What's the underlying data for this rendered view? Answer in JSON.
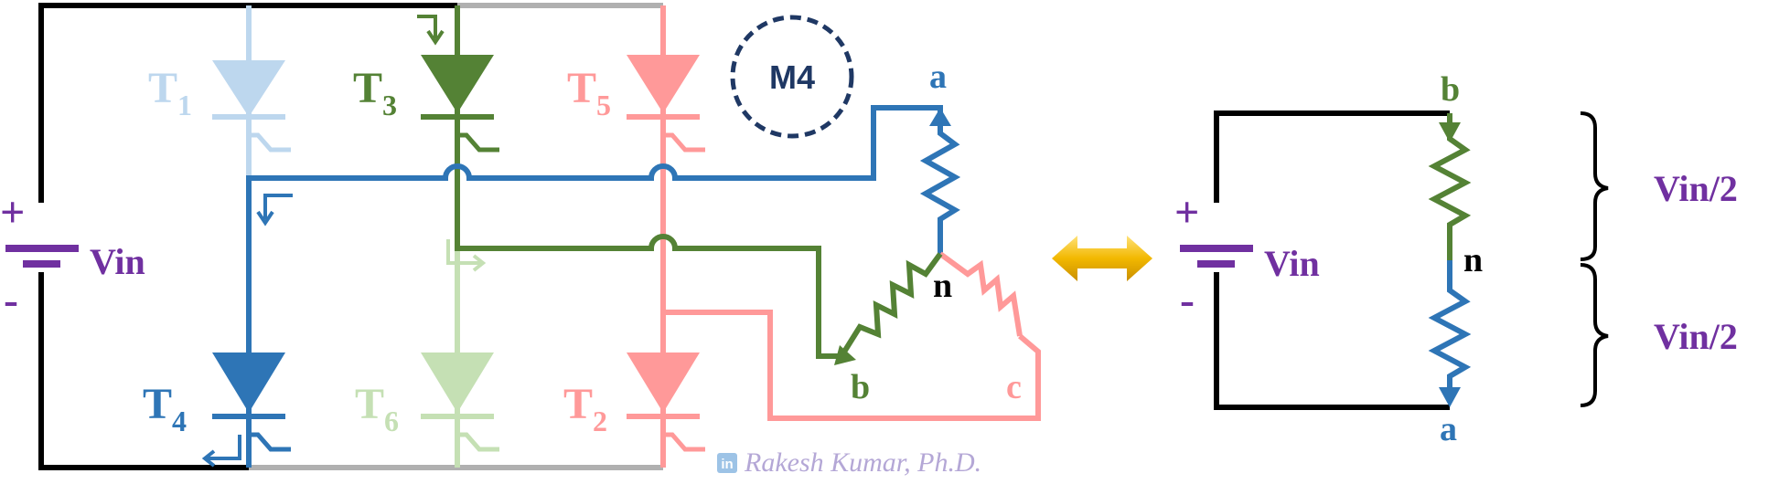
{
  "colors": {
    "wire": "#000000",
    "rail_gray": "#b0b0b0",
    "phase_a": "#2e75b6",
    "phase_a_faded": "#bdd7ee",
    "phase_b": "#548235",
    "phase_b_faded": "#c5e0b4",
    "phase_c": "#ff9999",
    "supply": "#7030a0",
    "mode_circle": "#1f3864",
    "arrow_gold": "#f2b800",
    "credit": "#b4a7d6",
    "linkedin": "#9dc3e6"
  },
  "mode": {
    "label": "M4"
  },
  "supply": {
    "plus": "+",
    "minus": "-",
    "label": "Vin"
  },
  "thyristors": {
    "t1": {
      "letter": "T",
      "sub": "1"
    },
    "t3": {
      "letter": "T",
      "sub": "3"
    },
    "t5": {
      "letter": "T",
      "sub": "5"
    },
    "t4": {
      "letter": "T",
      "sub": "4"
    },
    "t6": {
      "letter": "T",
      "sub": "6"
    },
    "t2": {
      "letter": "T",
      "sub": "2"
    }
  },
  "load": {
    "a": "a",
    "b": "b",
    "c": "c",
    "n": "n"
  },
  "equivalent": {
    "plus": "+",
    "minus": "-",
    "vin": "Vin",
    "top": "b",
    "mid": "n",
    "bottom": "a",
    "half_top": "Vin/2",
    "half_bottom": "Vin/2"
  },
  "credit": {
    "icon": "in",
    "text": "Rakesh Kumar, Ph.D."
  }
}
